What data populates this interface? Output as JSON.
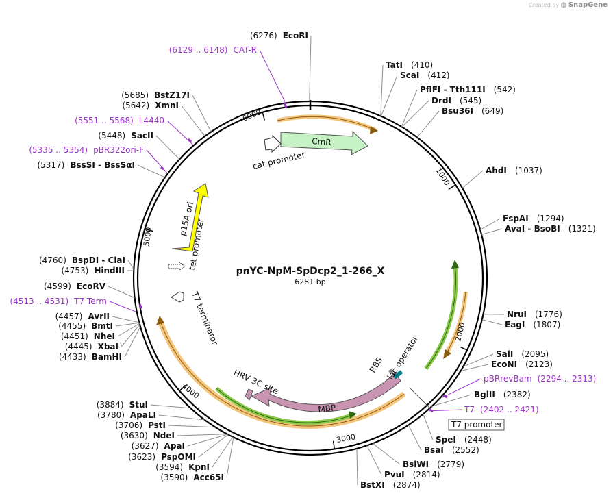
{
  "credit": {
    "prefix": "Created by",
    "brand": "SnapGene"
  },
  "title": "pnYC-NpM-SpDcp2_1-266_X",
  "length_label": "6281 bp",
  "total_bp": 6281,
  "colors": {
    "backbone": "#000000",
    "primer": "#9a33c9",
    "cmr": "#c6f2c6",
    "p15a_ori": "#ffff00",
    "mbp": "#c994b1",
    "orange_track": "#f4c57d",
    "green_track": "#8ac84a",
    "promoter": "#ffffff",
    "lac_operator": "#0a7d8a"
  },
  "ticks": [
    {
      "label": "1000",
      "bp": 1000
    },
    {
      "label": "2000",
      "bp": 2000
    },
    {
      "label": "3000",
      "bp": 3000
    },
    {
      "label": "4000",
      "bp": 4000
    },
    {
      "label": "5000",
      "bp": 5000
    },
    {
      "label": "6000",
      "bp": 6000
    }
  ],
  "enzymes": [
    {
      "text": "EcoRI",
      "pos": "(6276)",
      "bp": 6276
    },
    {
      "text": "TatI",
      "pos": "(410)",
      "bp": 410
    },
    {
      "text": "ScaI",
      "pos": "(412)",
      "bp": 412
    },
    {
      "text": "PflFI - Tth111I",
      "pos": "(542)",
      "bp": 542
    },
    {
      "text": "DrdI",
      "pos": "(545)",
      "bp": 545
    },
    {
      "text": "Bsu36I",
      "pos": "(649)",
      "bp": 649
    },
    {
      "text": "AhdI",
      "pos": "(1037)",
      "bp": 1037
    },
    {
      "text": "FspAI",
      "pos": "(1294)",
      "bp": 1294
    },
    {
      "text": "AvaI - BsoBI",
      "pos": "(1321)",
      "bp": 1321
    },
    {
      "text": "NruI",
      "pos": "(1776)",
      "bp": 1776
    },
    {
      "text": "EagI",
      "pos": "(1807)",
      "bp": 1807
    },
    {
      "text": "SalI",
      "pos": "(2095)",
      "bp": 2095
    },
    {
      "text": "EcoNI",
      "pos": "(2123)",
      "bp": 2123
    },
    {
      "text": "BglII",
      "pos": "(2382)",
      "bp": 2382
    },
    {
      "text": "SpeI",
      "pos": "(2448)",
      "bp": 2448
    },
    {
      "text": "BsaI",
      "pos": "(2552)",
      "bp": 2552
    },
    {
      "text": "BsiWI",
      "pos": "(2779)",
      "bp": 2779
    },
    {
      "text": "PvuI",
      "pos": "(2814)",
      "bp": 2814
    },
    {
      "text": "BstXI",
      "pos": "(2874)",
      "bp": 2874
    },
    {
      "text": "Acc65I",
      "pos": "(3590)",
      "bp": 3590
    },
    {
      "text": "KpnI",
      "pos": "(3594)",
      "bp": 3594
    },
    {
      "text": "PspOMI",
      "pos": "(3623)",
      "bp": 3623
    },
    {
      "text": "ApaI",
      "pos": "(3627)",
      "bp": 3627
    },
    {
      "text": "NdeI",
      "pos": "(3630)",
      "bp": 3630
    },
    {
      "text": "PstI",
      "pos": "(3706)",
      "bp": 3706
    },
    {
      "text": "ApaLI",
      "pos": "(3780)",
      "bp": 3780
    },
    {
      "text": "StuI",
      "pos": "(3884)",
      "bp": 3884
    },
    {
      "text": "BamHI",
      "pos": "(4433)",
      "bp": 4433
    },
    {
      "text": "XbaI",
      "pos": "(4445)",
      "bp": 4445
    },
    {
      "text": "NheI",
      "pos": "(4451)",
      "bp": 4451
    },
    {
      "text": "BmtI",
      "pos": "(4455)",
      "bp": 4455
    },
    {
      "text": "AvrII",
      "pos": "(4457)",
      "bp": 4457
    },
    {
      "text": "EcoRV",
      "pos": "(4599)",
      "bp": 4599
    },
    {
      "text": "HindIII",
      "pos": "(4753)",
      "bp": 4753
    },
    {
      "text": "BspDI - ClaI",
      "pos": "(4760)",
      "bp": 4760
    },
    {
      "text": "BssSI - BssSαI",
      "pos": "(5317)",
      "bp": 5317
    },
    {
      "text": "SacII",
      "pos": "(5448)",
      "bp": 5448
    },
    {
      "text": "XmnI",
      "pos": "(5642)",
      "bp": 5642
    },
    {
      "text": "BstZ17I",
      "pos": "(5685)",
      "bp": 5685
    }
  ],
  "primers": [
    {
      "name": "CAT-R",
      "range": "(6129 .. 6148)",
      "start": 6129,
      "end": 6148
    },
    {
      "name": "L4440",
      "range": "(5551 .. 5568)",
      "start": 5551,
      "end": 5568
    },
    {
      "name": "pBR322ori-F",
      "range": "(5335 .. 5354)",
      "start": 5335,
      "end": 5354
    },
    {
      "name": "T7 Term",
      "range": "(4513 .. 4531)",
      "start": 4513,
      "end": 4531
    },
    {
      "name": "pBRrevBam",
      "range": "(2294 .. 2313)",
      "start": 2294,
      "end": 2313
    },
    {
      "name": "T7",
      "range": "(2402 .. 2421)",
      "start": 2402,
      "end": 2421
    }
  ],
  "features": [
    {
      "name": "CmR",
      "type": "cds"
    },
    {
      "name": "cat promoter",
      "type": "promoter"
    },
    {
      "name": "p15A ori",
      "type": "origin"
    },
    {
      "name": "tet promoter",
      "type": "promoter"
    },
    {
      "name": "T7 terminator",
      "type": "terminator"
    },
    {
      "name": "MBP",
      "type": "cds"
    },
    {
      "name": "HRV 3C site",
      "type": "site"
    },
    {
      "name": "RBS",
      "type": "rbs"
    },
    {
      "name": "lac operator",
      "type": "operator"
    },
    {
      "name": "T7 promoter",
      "type": "promoter"
    }
  ]
}
